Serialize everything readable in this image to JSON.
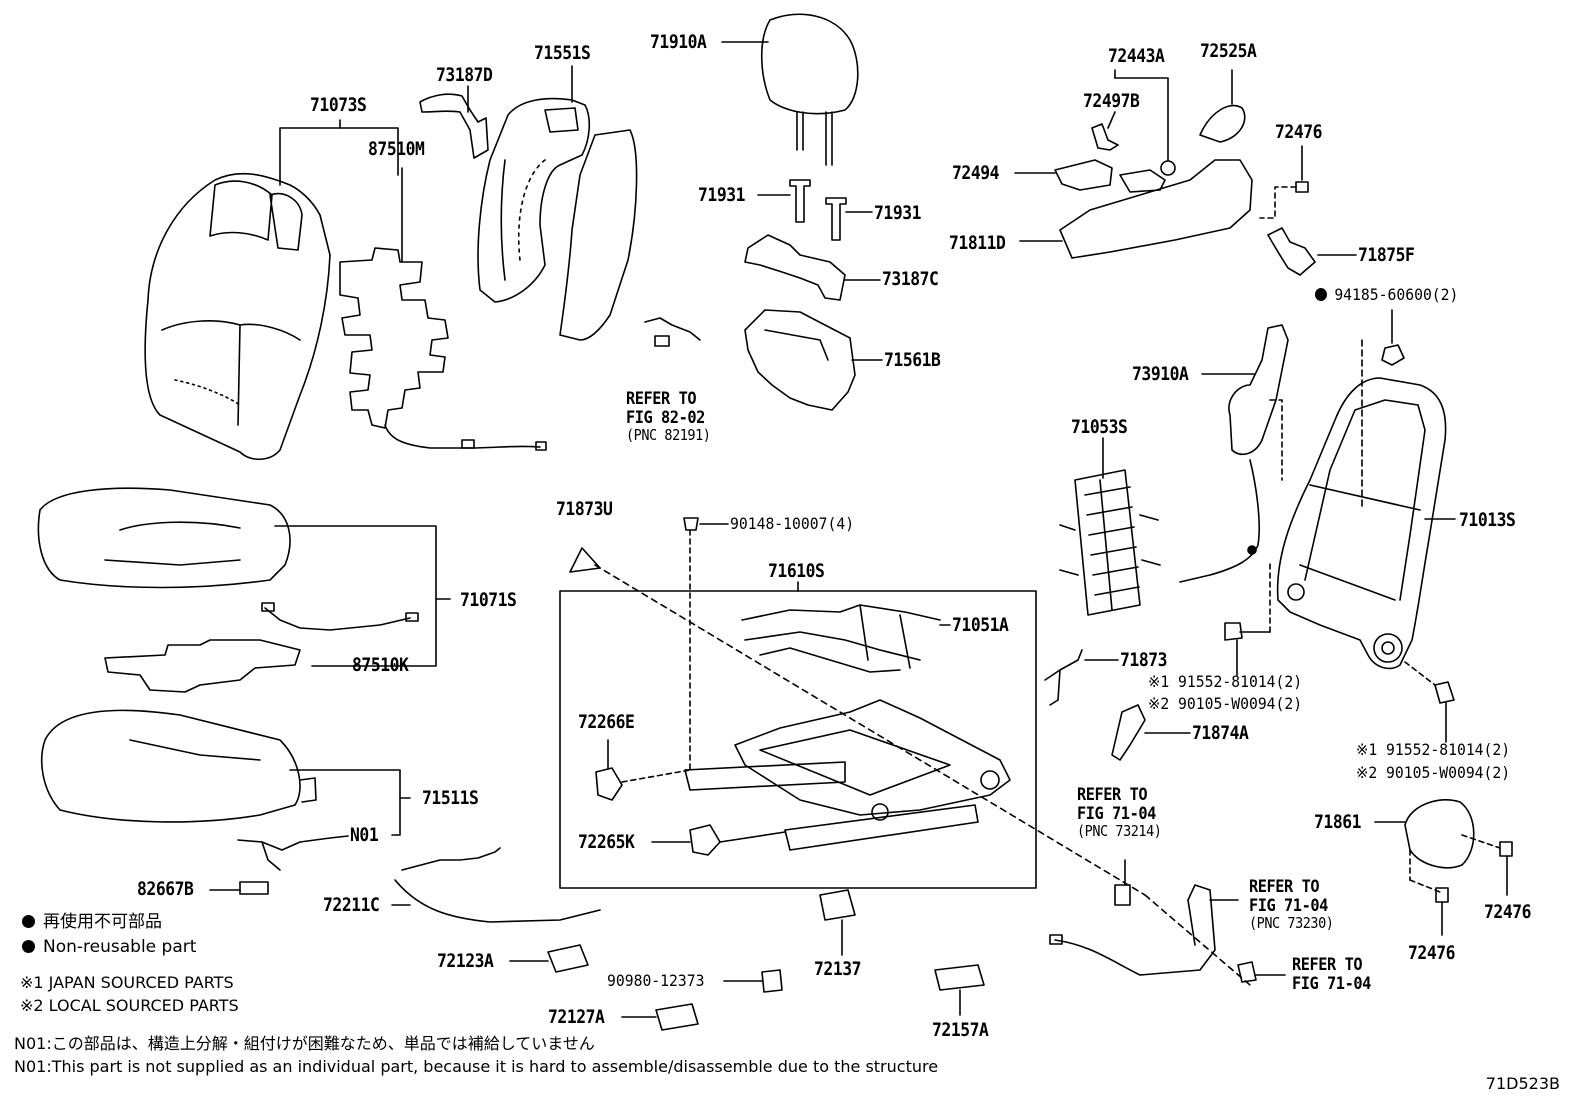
{
  "parts": {
    "p71073S": "71073S",
    "p87510M": "87510M",
    "p73187D": "73187D",
    "p71551S": "71551S",
    "p71910A": "71910A",
    "p71931a": "71931",
    "p71931b": "71931",
    "p73187C": "73187C",
    "p71561B": "71561B",
    "p72443A": "72443A",
    "p72525A": "72525A",
    "p72497B": "72497B",
    "p72476a": "72476",
    "p72494": "72494",
    "p71811D": "71811D",
    "p71875F": "71875F",
    "p94185": "94185-60600(2)",
    "p73910A": "73910A",
    "p71053S": "71053S",
    "p71013S": "71013S",
    "p71071S": "71071S",
    "p87510K": "87510K",
    "p71511S": "71511S",
    "pN01": "N01",
    "p82667B": "82667B",
    "p72211C": "72211C",
    "p72123A": "72123A",
    "p90980": "90980-12373",
    "p72127A": "72127A",
    "p72137": "72137",
    "p72157A": "72157A",
    "p71873U": "71873U",
    "p90148": "90148-10007(4)",
    "p71610S": "71610S",
    "p71051A": "71051A",
    "p72266E": "72266E",
    "p72265K": "72265K",
    "p71873": "71873",
    "p91552a": "※1 91552-81014(2)",
    "p90105a": "※2 90105-W0094(2)",
    "p71874A": "71874A",
    "p91552b": "※1 91552-81014(2)",
    "p90105b": "※2 90105-W0094(2)",
    "p71861": "71861",
    "p72476b": "72476",
    "p72476c": "72476"
  },
  "refs": {
    "r1": {
      "line1": "REFER TO",
      "line2": "FIG 82-02",
      "line3": "(PNC 82191)"
    },
    "r2": {
      "line1": "REFER TO",
      "line2": "FIG 71-04",
      "line3": "(PNC 73214)"
    },
    "r3": {
      "line1": "REFER TO",
      "line2": "FIG 71-04",
      "line3": "(PNC 73230)"
    },
    "r4": {
      "line1": "REFER TO",
      "line2": "FIG 71-04"
    }
  },
  "legend": {
    "jp": "再使用不可部品",
    "en": "Non-reusable part",
    "note1": "※1 JAPAN SOURCED PARTS",
    "note2": "※2 LOCAL SOURCED PARTS"
  },
  "notes": {
    "jp": "N01:この部品は、構造上分解・組付けが困難なため、単品では補給していません",
    "en": "N01:This part is not supplied as an individual part, because it is hard to assemble/disassemble due to the structure"
  },
  "diagram_code": "71D523B"
}
